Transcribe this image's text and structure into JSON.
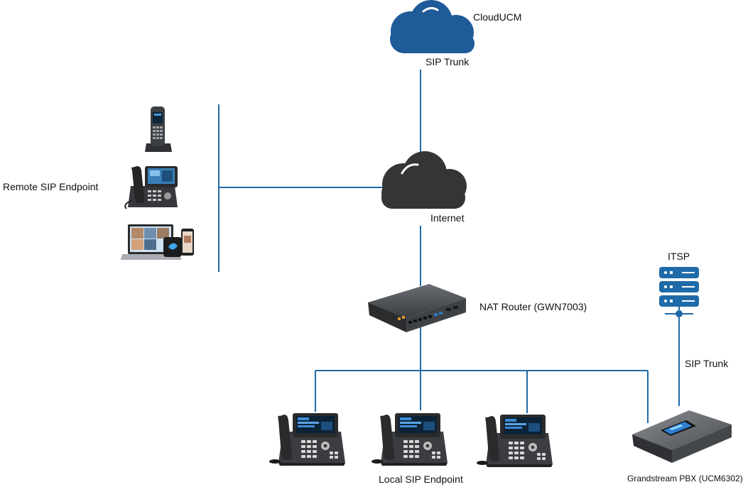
{
  "labels": {
    "clouducm": "CloudUCM",
    "sip_trunk_top": "SIP Trunk",
    "internet": "Internet",
    "remote_sip_endpoint": "Remote SIP Endpoint",
    "itsp": "ITSP",
    "nat_router": "NAT Router (GWN7003)",
    "sip_trunk_right": "SIP Trunk",
    "local_sip_endpoint": "Local SIP Endpoint",
    "pbx": "Grandstream PBX (UCM6302)"
  },
  "icons": {
    "clouducm": "cloud-icon",
    "internet": "cloud-icon",
    "dect_phone": "cordless-phone-icon",
    "desk_phone_remote": "ip-phone-icon",
    "softphone": "laptop-video-icon",
    "itsp": "server-icon",
    "router": "router-icon",
    "local_phone": "ip-phone-icon",
    "pbx": "pbx-appliance-icon"
  },
  "colors": {
    "link_line": "#1f6aa8",
    "clouducm_fill": "#1f5a99",
    "internet_fill": "#353535",
    "server_fill": "#1f6aa8"
  }
}
